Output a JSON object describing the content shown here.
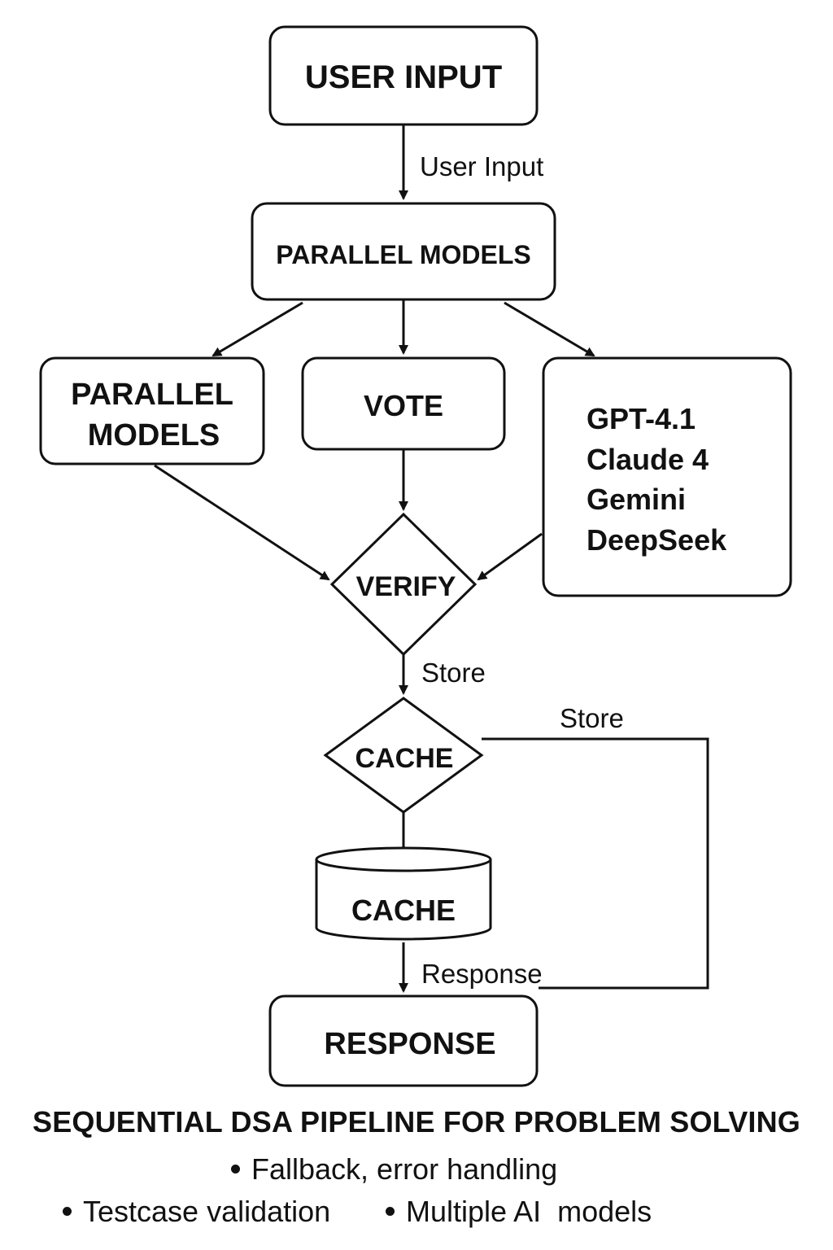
{
  "nodes": {
    "user_input": "USER INPUT",
    "parallel_models_top": "PARALLEL MODELS",
    "parallel_models_left": [
      "PARALLEL",
      "MODELS"
    ],
    "vote": "VOTE",
    "model_list": [
      "GPT-4.1",
      "Claude 4",
      "Gemini",
      "DeepSeek"
    ],
    "verify": "VERIFY",
    "cache_decision": "CACHE",
    "cache_store": "CACHE",
    "response": "RESPONSE"
  },
  "edges": {
    "user_to_parallel": "User Input",
    "verify_to_cache": "Store",
    "cache_loop": "Store",
    "cache_to_response": "Response"
  },
  "footer": {
    "title": "SEQUENTIAL DSA PIPELINE FOR PROBLEM SOLVING",
    "bullets": [
      "Fallback, error handling",
      "Testcase validation",
      "Multiple AI  models"
    ]
  }
}
